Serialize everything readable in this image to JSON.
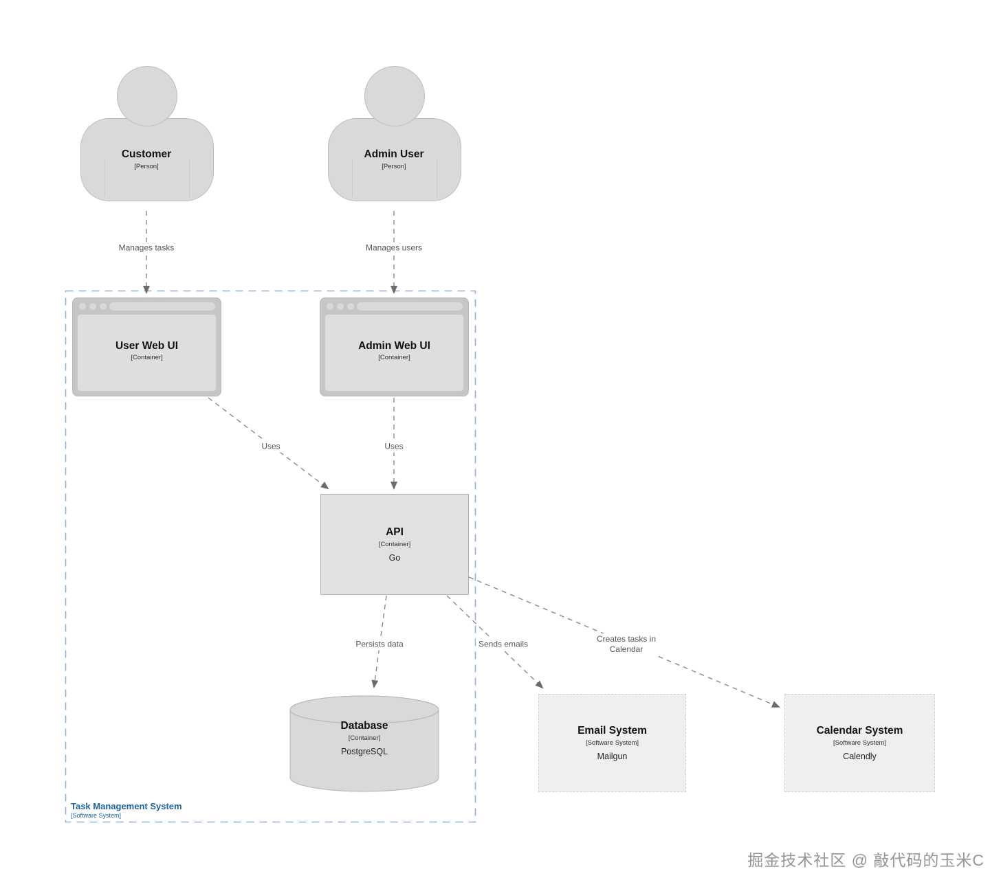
{
  "diagram": {
    "kind": "C4 container diagram",
    "boundary": {
      "title": "Task Management System",
      "meta": "[Software System]"
    },
    "nodes": {
      "customer": {
        "title": "Customer",
        "meta": "[Person]"
      },
      "admin_user": {
        "title": "Admin User",
        "meta": "[Person]"
      },
      "user_web_ui": {
        "title": "User Web UI",
        "meta": "[Container]"
      },
      "admin_web_ui": {
        "title": "Admin Web UI",
        "meta": "[Container]"
      },
      "api": {
        "title": "API",
        "meta": "[Container]",
        "tech": "Go"
      },
      "database": {
        "title": "Database",
        "meta": "[Container]",
        "tech": "PostgreSQL"
      },
      "email_system": {
        "title": "Email System",
        "meta": "[Software System]",
        "tech": "Mailgun"
      },
      "calendar_system": {
        "title": "Calendar System",
        "meta": "[Software System]",
        "tech": "Calendly"
      }
    },
    "edge_labels": {
      "manages_tasks": "Manages tasks",
      "manages_users": "Manages users",
      "user_uses": "Uses",
      "admin_uses": "Uses",
      "persists_data": "Persists data",
      "sends_emails": "Sends emails",
      "creates_tasks": "Creates tasks in Calendar"
    },
    "watermark": "掘金技术社区 @ 敲代码的玉米C",
    "colors": {
      "boundary_stroke": "#8fb3d4",
      "boundary_text": "#1e639e",
      "node_fill": "#d9d9d9",
      "node_stroke": "#bdbdbd",
      "api_fill": "#e1e1e1",
      "external_fill": "#efefef",
      "edge_stroke": "#8a8a8a",
      "arrowhead": "#6b6b6b"
    }
  }
}
